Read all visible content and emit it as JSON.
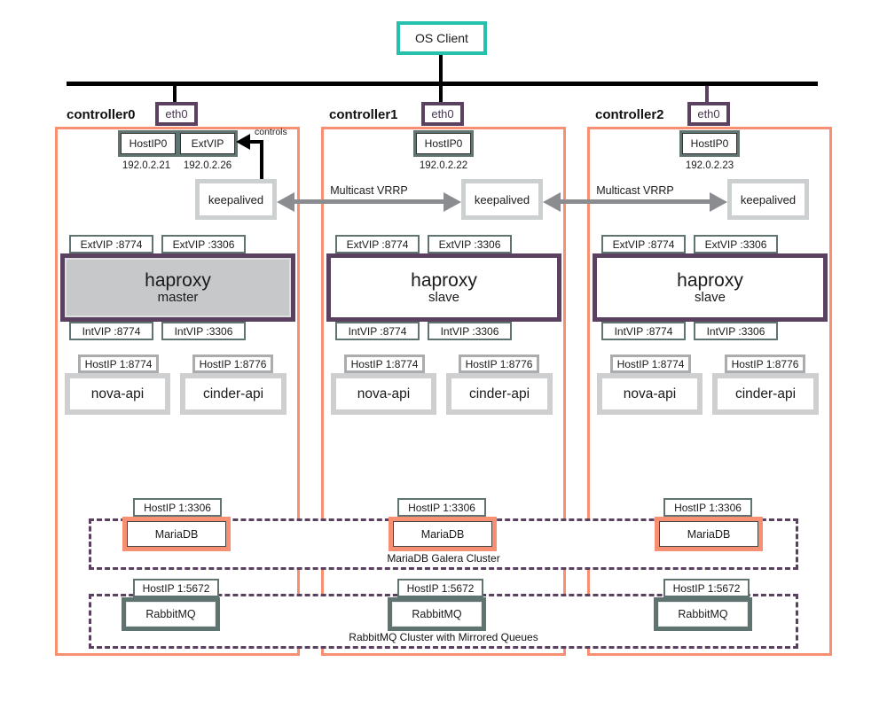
{
  "os_client": {
    "label": "OS Client"
  },
  "network": {
    "controls_label": "controls",
    "vrrp_label_1": "Multicast VRRP",
    "vrrp_label_2": "Multicast VRRP"
  },
  "clusters": {
    "galera_caption": "MariaDB Galera Cluster",
    "rabbitmq_caption": "RabbitMQ Cluster with Mirrored Queues"
  },
  "controllers": [
    {
      "label": "controller0",
      "eth": "eth0",
      "host_ip_label": "HostIP0",
      "ext_vip_label": "ExtVIP",
      "host_ip": "192.0.2.21",
      "ext_vip_ip": "192.0.2.26",
      "keepalived": "keepalived",
      "ext_ports": [
        "ExtVIP :8774",
        "ExtVIP :3306"
      ],
      "haproxy": {
        "title": "haproxy",
        "role": "master"
      },
      "int_ports": [
        "IntVIP :8774",
        "IntVIP :3306"
      ],
      "services": [
        {
          "port": "HostIP 1:8774",
          "name": "nova-api"
        },
        {
          "port": "HostIP 1:8776",
          "name": "cinder-api"
        }
      ],
      "mariadb": {
        "port": "HostIP 1:3306",
        "name": "MariaDB"
      },
      "rabbitmq": {
        "port": "HostIP 1:5672",
        "name": "RabbitMQ"
      }
    },
    {
      "label": "controller1",
      "eth": "eth0",
      "host_ip_label": "HostIP0",
      "host_ip": "192.0.2.22",
      "keepalived": "keepalived",
      "ext_ports": [
        "ExtVIP :8774",
        "ExtVIP :3306"
      ],
      "haproxy": {
        "title": "haproxy",
        "role": "slave"
      },
      "int_ports": [
        "IntVIP :8774",
        "IntVIP :3306"
      ],
      "services": [
        {
          "port": "HostIP 1:8774",
          "name": "nova-api"
        },
        {
          "port": "HostIP 1:8776",
          "name": "cinder-api"
        }
      ],
      "mariadb": {
        "port": "HostIP 1:3306",
        "name": "MariaDB"
      },
      "rabbitmq": {
        "port": "HostIP 1:5672",
        "name": "RabbitMQ"
      }
    },
    {
      "label": "controller2",
      "eth": "eth0",
      "host_ip_label": "HostIP0",
      "host_ip": "192.0.2.23",
      "keepalived": "keepalived",
      "ext_ports": [
        "ExtVIP :8774",
        "ExtVIP :3306"
      ],
      "haproxy": {
        "title": "haproxy",
        "role": "slave"
      },
      "int_ports": [
        "IntVIP :8774",
        "IntVIP :3306"
      ],
      "services": [
        {
          "port": "HostIP 1:8774",
          "name": "nova-api"
        },
        {
          "port": "HostIP 1:8776",
          "name": "cinder-api"
        }
      ],
      "mariadb": {
        "port": "HostIP 1:3306",
        "name": "MariaDB"
      },
      "rabbitmq": {
        "port": "HostIP 1:5672",
        "name": "RabbitMQ"
      }
    }
  ],
  "colors": {
    "teal": "#25c1ad",
    "salmon": "#f78f73",
    "purple": "#5a4160",
    "slate": "#5f7470",
    "light_gray": "#cdd0d1",
    "mid_gray": "#aaacae",
    "haproxy_fill": "#c6c8ca",
    "arrow_gray": "#8a8c8f"
  }
}
